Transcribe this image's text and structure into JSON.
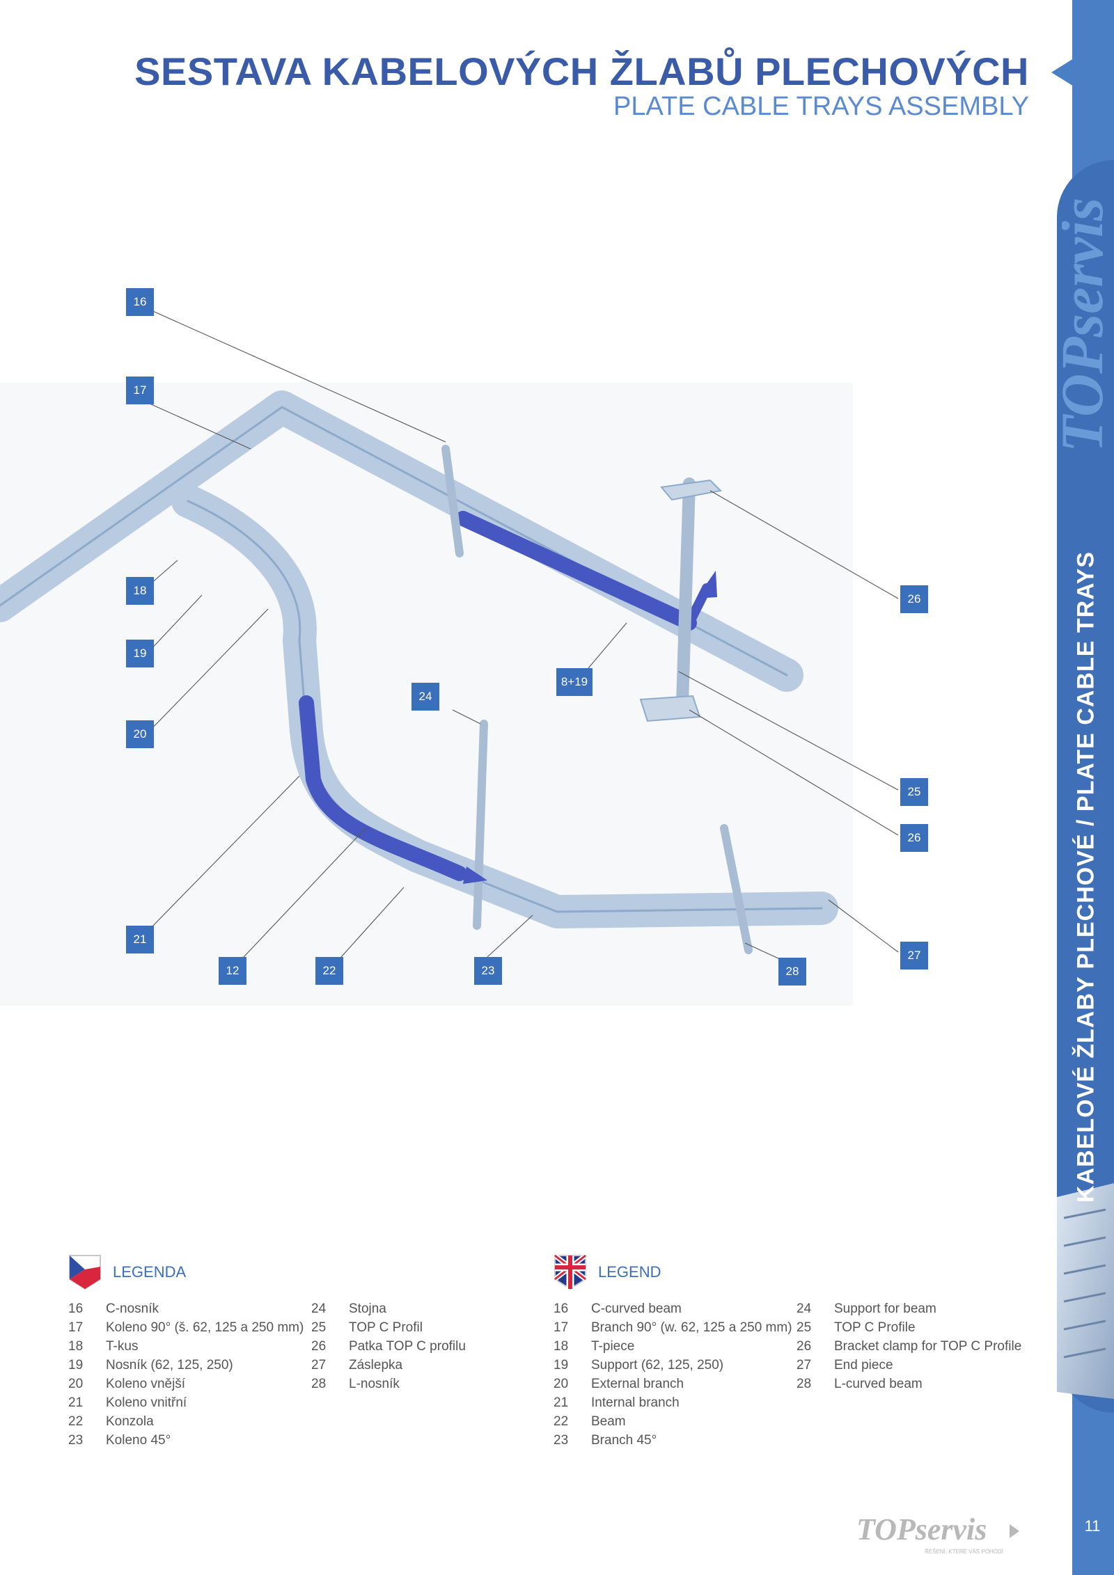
{
  "header": {
    "title": "SESTAVA KABELOVÝCH ŽLABŮ PLECHOVÝCH",
    "subtitle": "PLATE CABLE TRAYS ASSEMBLY"
  },
  "side_rail": {
    "text": "KABELOVÉ ŽLABY PLECHOVÉ / PLATE CABLE TRAYS",
    "logo": "TOPservis",
    "accent": "#4a7fc6"
  },
  "figure_labels": [
    "16",
    "17",
    "18",
    "19",
    "20",
    "21",
    "12",
    "22",
    "23",
    "24",
    "8+19",
    "26",
    "25",
    "26",
    "27",
    "28"
  ],
  "legend_cz": {
    "title": "LEGENDA",
    "col1": [
      {
        "num": "16",
        "text": "C-nosník"
      },
      {
        "num": "17",
        "text": "Koleno 90° (š. 62, 125 a 250 mm)"
      },
      {
        "num": "18",
        "text": "T-kus"
      },
      {
        "num": "19",
        "text": "Nosník (62, 125, 250)"
      },
      {
        "num": "20",
        "text": "Koleno vnější"
      },
      {
        "num": "21",
        "text": "Koleno vnitřní"
      },
      {
        "num": "22",
        "text": "Konzola"
      },
      {
        "num": "23",
        "text": "Koleno 45°"
      }
    ],
    "col2": [
      {
        "num": "24",
        "text": "Stojna"
      },
      {
        "num": "25",
        "text": "TOP C Profil"
      },
      {
        "num": "26",
        "text": "Patka TOP C profilu"
      },
      {
        "num": "27",
        "text": "Záslepka"
      },
      {
        "num": "28",
        "text": "L-nosník"
      }
    ]
  },
  "legend_en": {
    "title": "LEGEND",
    "col1": [
      {
        "num": "16",
        "text": "C-curved beam"
      },
      {
        "num": "17",
        "text": "Branch 90° (w. 62, 125 a 250 mm)"
      },
      {
        "num": "18",
        "text": "T-piece"
      },
      {
        "num": "19",
        "text": "Support (62, 125, 250)"
      },
      {
        "num": "20",
        "text": "External branch"
      },
      {
        "num": "21",
        "text": "Internal branch"
      },
      {
        "num": "22",
        "text": "Beam"
      },
      {
        "num": "23",
        "text": "Branch 45°"
      }
    ],
    "col2": [
      {
        "num": "24",
        "text": "Support for beam"
      },
      {
        "num": "25",
        "text": "TOP C Profile"
      },
      {
        "num": "26",
        "text": "Bracket clamp for TOP C Profile"
      },
      {
        "num": "27",
        "text": "End piece"
      },
      {
        "num": "28",
        "text": "L-curved beam"
      }
    ]
  },
  "footer": {
    "logo": "TOPservis",
    "tagline": "ŘEŠENÍ, KTERÉ VÁS POHODÍ",
    "page_number": "11"
  }
}
